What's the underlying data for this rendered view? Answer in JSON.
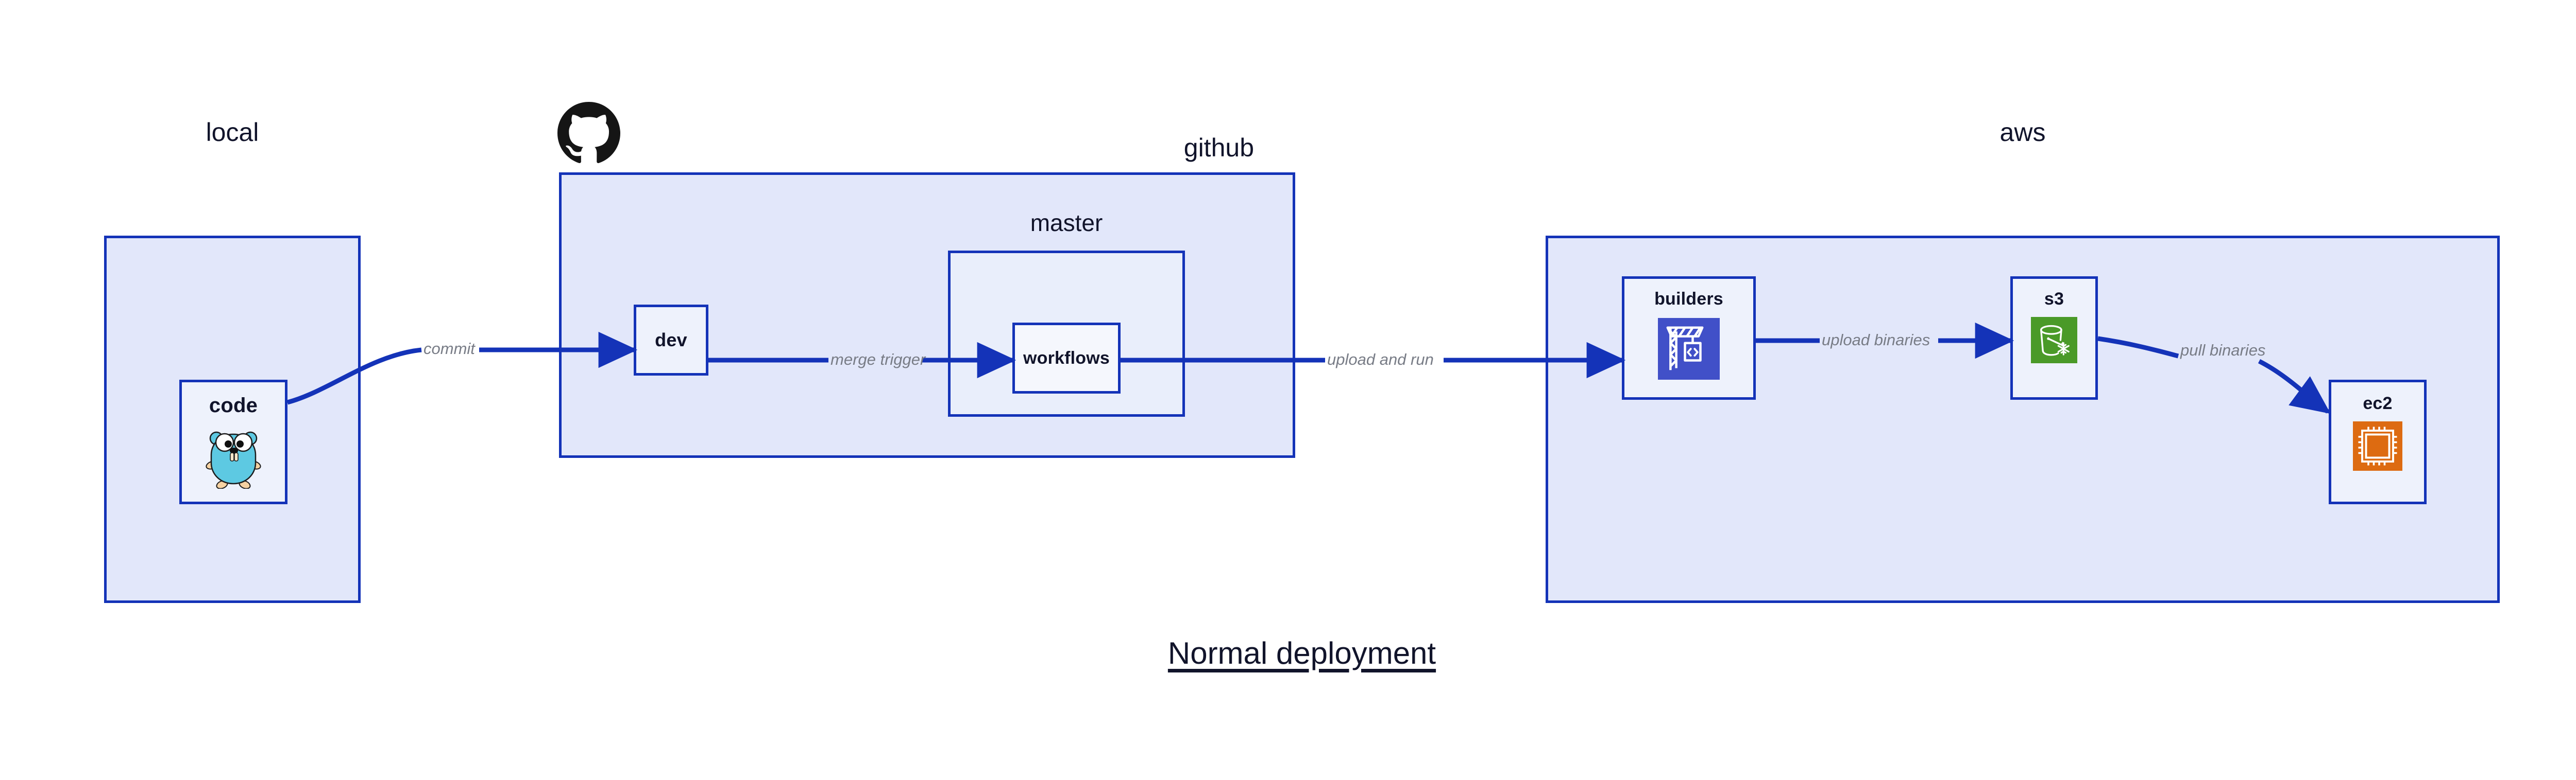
{
  "diagram": {
    "title": "Normal deployment",
    "accent_border": "#1433B8",
    "zone_fill": "#e2e7fa",
    "node_fill": "#eef2fc",
    "label_color": "#11142b",
    "edge_label_color": "#787c86"
  },
  "zones": [
    {
      "id": "local",
      "label": "local"
    },
    {
      "id": "github",
      "label": "github"
    },
    {
      "id": "master",
      "label": "master"
    },
    {
      "id": "aws",
      "label": "aws"
    }
  ],
  "nodes": [
    {
      "id": "code",
      "label": "code",
      "icon": "go-gopher-icon",
      "icon_color": "#5DC9E2"
    },
    {
      "id": "dev",
      "label": "dev",
      "icon": "none",
      "icon_color": ""
    },
    {
      "id": "workflows",
      "label": "workflows",
      "icon": "none",
      "icon_color": ""
    },
    {
      "id": "builders",
      "label": "builders",
      "icon": "aws-codebuild-icon",
      "icon_color": "#4150C8"
    },
    {
      "id": "s3",
      "label": "s3",
      "icon": "aws-s3-glacier-icon",
      "icon_color": "#4A9A28"
    },
    {
      "id": "ec2",
      "label": "ec2",
      "icon": "aws-ec2-chip-icon",
      "icon_color": "#DD6B11"
    }
  ],
  "edges": [
    {
      "id": "commit",
      "from": "code",
      "to": "dev",
      "label": "commit"
    },
    {
      "id": "merge-trigger",
      "from": "dev",
      "to": "workflows",
      "label": "merge trigger"
    },
    {
      "id": "upload-and-run",
      "from": "workflows",
      "to": "builders",
      "label": "upload and run"
    },
    {
      "id": "upload-binaries",
      "from": "builders",
      "to": "s3",
      "label": "upload binaries"
    },
    {
      "id": "pull-binaries",
      "from": "s3",
      "to": "ec2",
      "label": "pull binaries"
    }
  ],
  "logos": [
    {
      "id": "github-logo",
      "name": "github-octocat-logo",
      "color": "#151515"
    }
  ]
}
